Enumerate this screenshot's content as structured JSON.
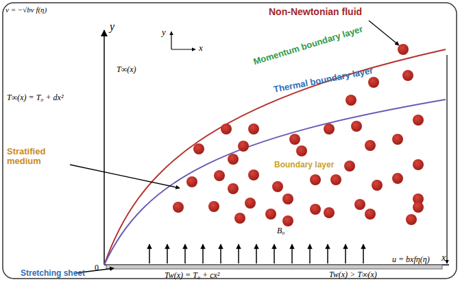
{
  "diagram": {
    "labels": [
      "v = −√bν f(η)",
      "y",
      "y",
      "x",
      "Non-Newtonian fluid",
      "Momentum boundary layer",
      "Thermal boundary layer",
      "T∞(x)",
      "T∞(x) = T₀ + dx²",
      "Stratified medium",
      "Boundary layer",
      "B₀",
      "0",
      "Stretching sheet",
      "Tw(x) = T₀ + cx²",
      "Tw(x) > T∞(x)",
      "u = bxfη(η)",
      "x"
    ]
  }
}
